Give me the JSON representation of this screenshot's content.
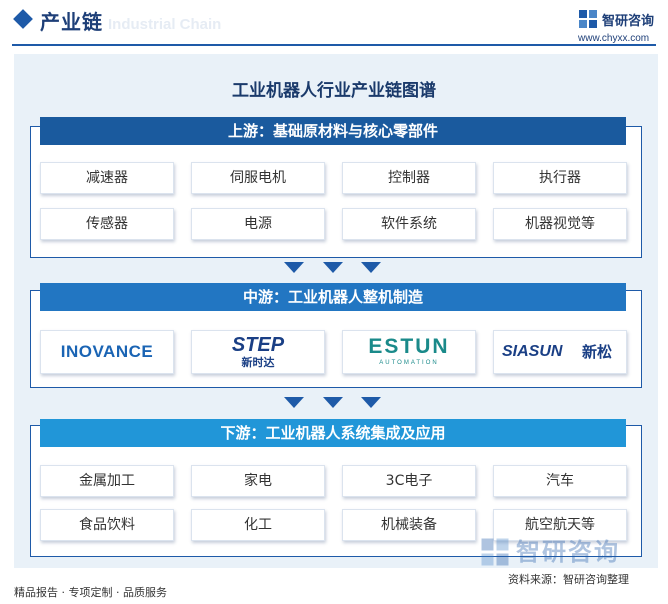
{
  "header": {
    "title": "产业链",
    "subtitle_en": "Industrial Chain",
    "brand_name": "智研咨询",
    "brand_url": "www.chyxx.com"
  },
  "main_title": "工业机器人行业产业链图谱",
  "upstream": {
    "title": "上游：基础原材料与核心零部件",
    "items": [
      "减速器",
      "伺服电机",
      "控制器",
      "执行器",
      "传感器",
      "电源",
      "软件系统",
      "机器视觉等"
    ]
  },
  "midstream": {
    "title": "中游：工业机器人整机制造",
    "logos": [
      {
        "text": "INOVANCE",
        "color": "#1a64b4"
      },
      {
        "text": "STEP",
        "sub": "新时达",
        "color": "#1a3f85"
      },
      {
        "text": "ESTUN",
        "sub": "AUTOMATION",
        "color": "#1a8a8a"
      },
      {
        "text": "SIASUN",
        "sub": "新松",
        "color": "#1a3f85"
      }
    ]
  },
  "downstream": {
    "title": "下游：工业机器人系统集成及应用",
    "items": [
      "金属加工",
      "家电",
      "3C电子",
      "汽车",
      "食品饮料",
      "化工",
      "机械装备",
      "航空航天等"
    ]
  },
  "watermark": "智研咨询",
  "footer": {
    "left": "精品报告 · 专项定制 · 品质服务",
    "right": "资料来源：智研咨询整理"
  },
  "colors": {
    "primary": "#1e5aa8",
    "upstream_head": "#1a5a9e",
    "midstream_head": "#2276c2",
    "downstream_head": "#2196d8",
    "panel_bg": "#e9f1f8"
  }
}
